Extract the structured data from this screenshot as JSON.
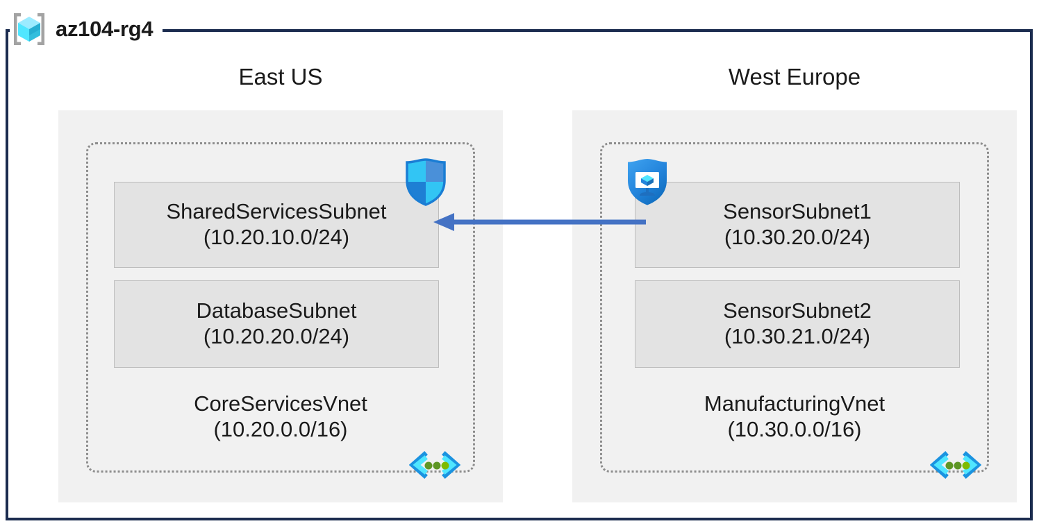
{
  "resource_group": {
    "icon": "resource-group-cube-icon",
    "name": "az104-rg4"
  },
  "regions": [
    {
      "id": "eastus",
      "label": "East US",
      "vnet": {
        "name": "CoreServicesVnet",
        "cidr": "(10.20.0.0/16)",
        "icon": "vnet-icon",
        "subnets": [
          {
            "name": "SharedServicesSubnet",
            "cidr": "(10.20.10.0/24)",
            "icon": "nsg-shield-icon"
          },
          {
            "name": "DatabaseSubnet",
            "cidr": "(10.20.20.0/24)",
            "icon": null
          }
        ]
      }
    },
    {
      "id": "westeurope",
      "label": "West Europe",
      "vnet": {
        "name": "ManufacturingVnet",
        "cidr": "(10.30.0.0/16)",
        "icon": "vnet-icon",
        "subnets": [
          {
            "name": "SensorSubnet1",
            "cidr": "(10.30.20.0/24)",
            "icon": "defender-shield-monitor-icon"
          },
          {
            "name": "SensorSubnet2",
            "cidr": "(10.30.21.0/24)",
            "icon": null
          }
        ]
      }
    }
  ],
  "connection": {
    "name": "vnet-peering-arrow",
    "direction": "right-to-left",
    "from": "SensorSubnet1",
    "to": "SharedServicesSubnet",
    "color": "#4472C4"
  },
  "colors": {
    "frame_border": "#1B2C4F",
    "region_fill": "#F1F1F1",
    "subnet_fill": "#E3E3E3",
    "subnet_border": "#BDBDBD",
    "vnet_dash_border": "#8D8D8D",
    "arrow": "#4472C4",
    "cube_cyan": "#50E6FF",
    "cube_blue": "#32BEDD",
    "shield_blue": "#1E88E5",
    "vnet_icon_green": "#5E9624"
  }
}
